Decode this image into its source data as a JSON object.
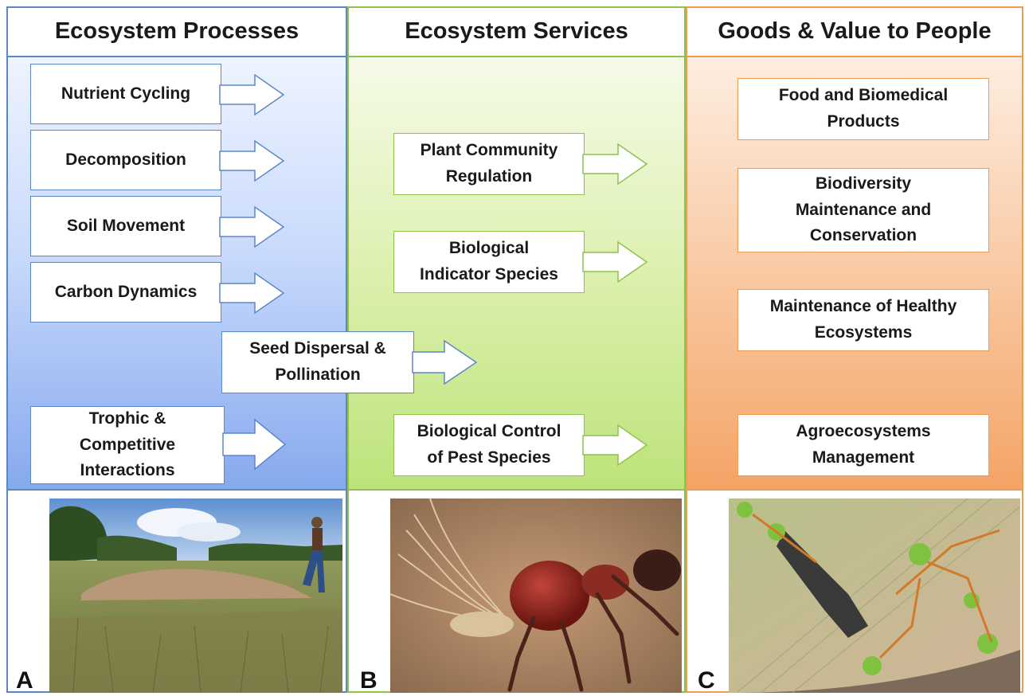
{
  "columns": {
    "processes": {
      "title": "Ecosystem Processes",
      "items": [
        "Nutrient Cycling",
        "Decomposition",
        "Soil Movement",
        "Carbon Dynamics"
      ],
      "trophic": [
        "Trophic &",
        "Competitive",
        "Interactions"
      ]
    },
    "seed": [
      "Seed Dispersal &",
      "Pollination"
    ],
    "services": {
      "title": "Ecosystem Services",
      "plant": [
        "Plant Community",
        "Regulation"
      ],
      "indicator": [
        "Biological",
        "Indicator Species"
      ],
      "control": [
        "Biological Control",
        "of Pest Species"
      ]
    },
    "goods": {
      "title": "Goods & Value to People",
      "food": [
        "Food and Biomedical",
        "Products"
      ],
      "biodiversity": [
        "Biodiversity",
        "Maintenance and",
        "Conservation"
      ],
      "healthy": [
        "Maintenance of Healthy",
        "Ecosystems"
      ],
      "agro": [
        "Agroecosystems",
        "Management"
      ]
    }
  },
  "panels": {
    "a": "A",
    "b": "B",
    "c": "C"
  },
  "colors": {
    "blue": "#5b87c9",
    "green": "#8ec24a",
    "orange": "#ef9a55"
  }
}
